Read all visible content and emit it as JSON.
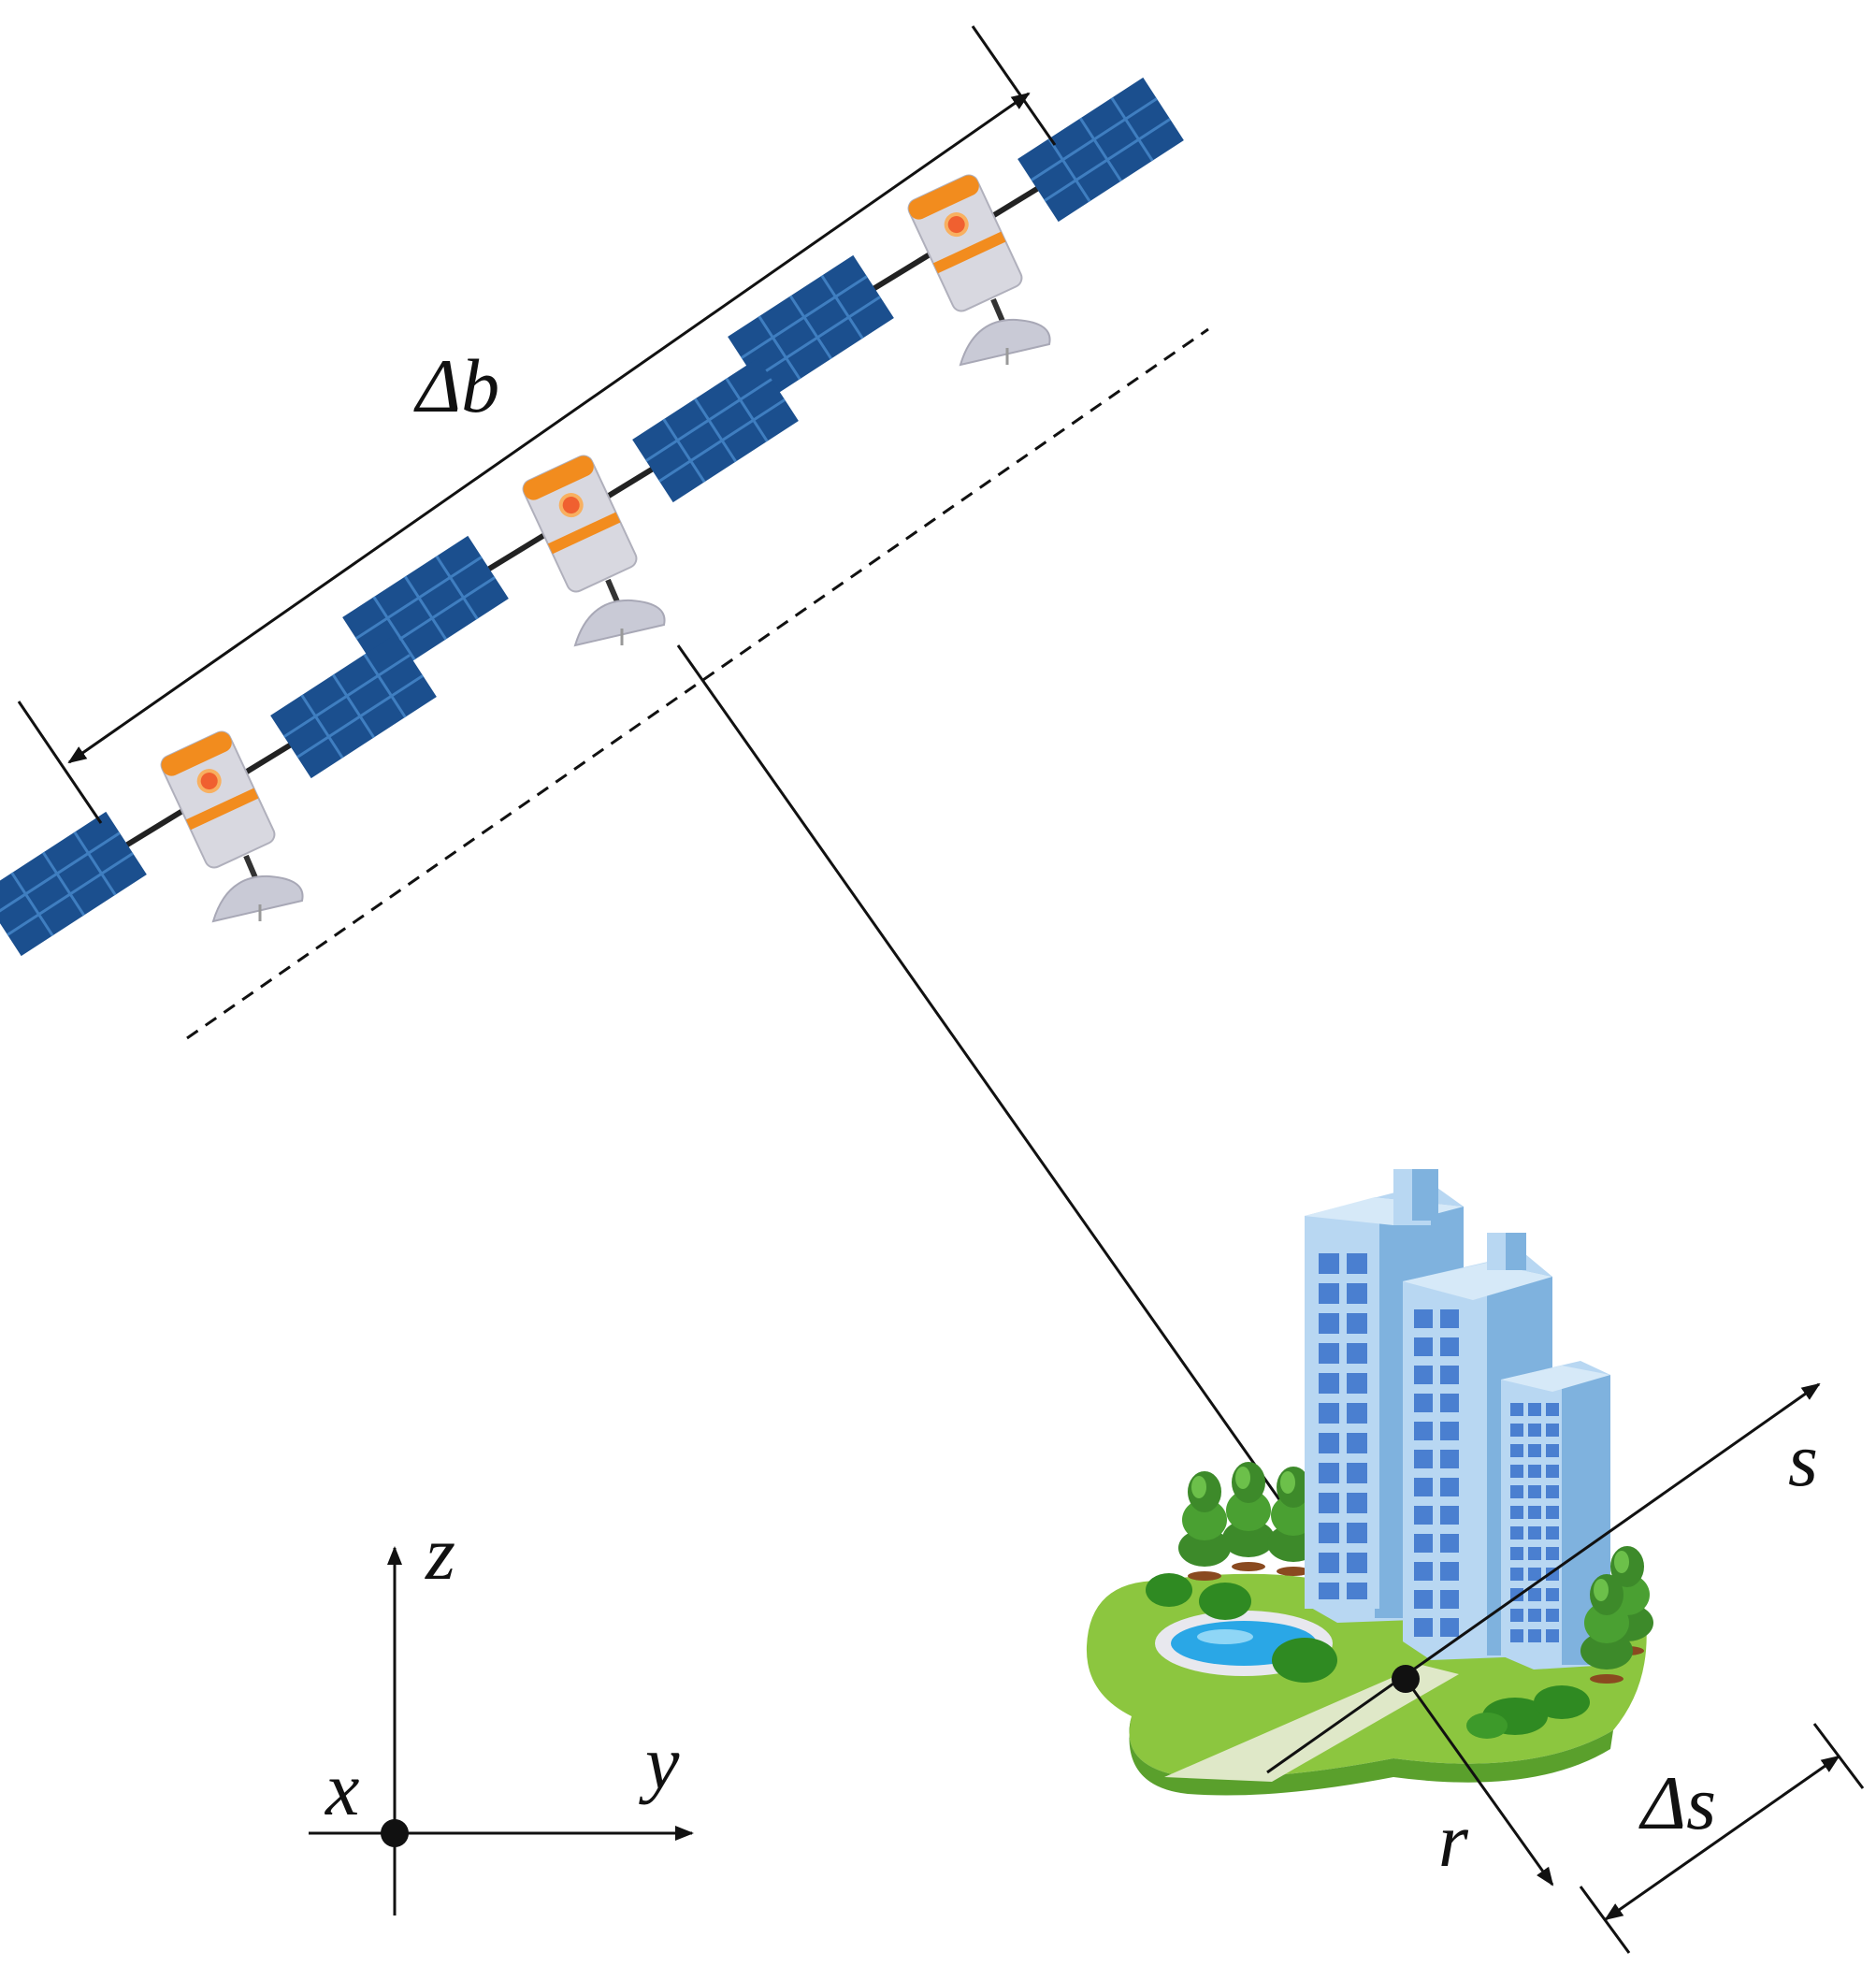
{
  "labels": {
    "delta_b": "Δb",
    "s": "s",
    "r": "r",
    "delta_s": "Δs",
    "x": "x",
    "y": "y",
    "z": "z"
  },
  "colors": {
    "panel": "#1b4f8e",
    "panel_grid": "#3f7ec0",
    "body": "#d8d8e0",
    "accent": "#f28c1e",
    "grass": "#8cc63f",
    "grass_dark": "#5aa02c",
    "tree": "#3d8a2a",
    "building_light": "#b8d7f2",
    "building_dark": "#7fb2de",
    "window": "#4a7fd0",
    "water": "#2aa7e6"
  },
  "satellites": [
    {
      "id": "satellite-1"
    },
    {
      "id": "satellite-2"
    },
    {
      "id": "satellite-3"
    }
  ],
  "icons": {
    "satellite": "satellite-icon",
    "city": "city-buildings-icon"
  }
}
